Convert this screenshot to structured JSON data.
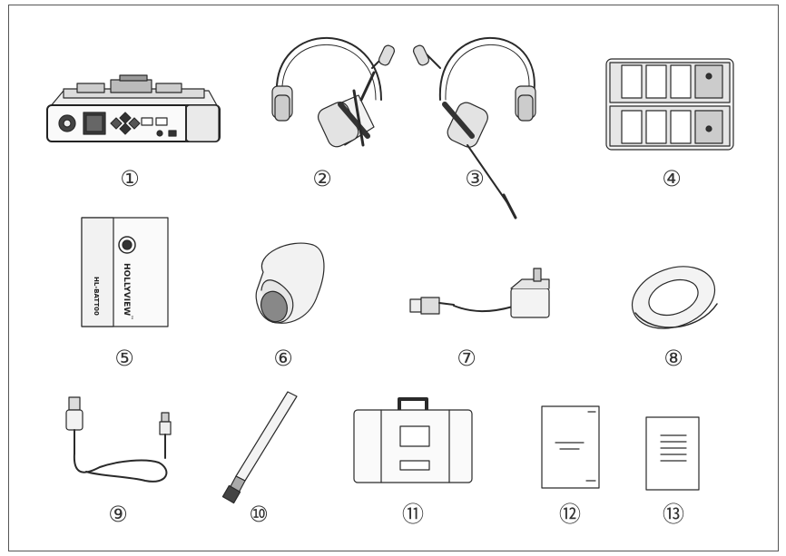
{
  "items": [
    {
      "number": "①",
      "name": "base-station"
    },
    {
      "number": "②",
      "name": "headset-left"
    },
    {
      "number": "③",
      "name": "headset-right"
    },
    {
      "number": "④",
      "name": "battery-charger"
    },
    {
      "number": "⑤",
      "name": "battery",
      "printed_text": [
        "HOLLYVIEW",
        "HL-BATT00",
        "™"
      ]
    },
    {
      "number": "⑥",
      "name": "mic-windscreen"
    },
    {
      "number": "⑦",
      "name": "power-adapter"
    },
    {
      "number": "⑧",
      "name": "ear-cushion"
    },
    {
      "number": "⑨",
      "name": "usb-cable"
    },
    {
      "number": "⑩",
      "name": "antenna"
    },
    {
      "number": "⑪",
      "name": "carrying-case"
    },
    {
      "number": "⑫",
      "name": "document"
    },
    {
      "number": "⑬",
      "name": "manual"
    }
  ],
  "colors": {
    "stroke": "#2a2a2a",
    "dark": "#3a3a3a",
    "light": "#e9e9e9",
    "mid": "#bdbdbd"
  }
}
